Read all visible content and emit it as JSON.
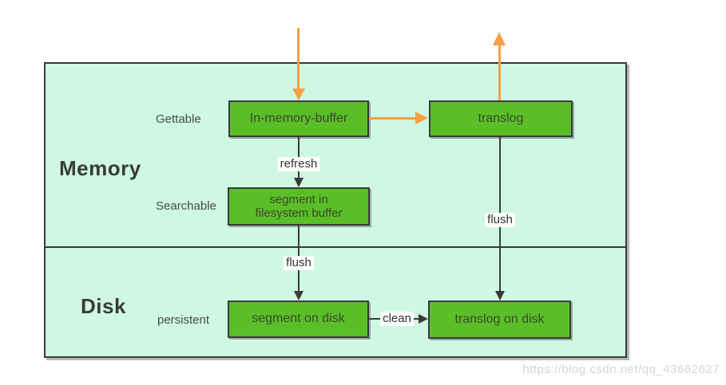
{
  "diagram": {
    "sections": {
      "memory": {
        "label": "Memory"
      },
      "disk": {
        "label": "Disk"
      }
    },
    "row_labels": {
      "gettable": "Gettable",
      "searchable": "Searchable",
      "persistent": "persistent"
    },
    "nodes": {
      "in_memory_buffer": "In-memory-buffer",
      "translog": "translog",
      "segment_in_fs_buffer": "segment in filesystem buffer",
      "segment_on_disk": "segment on disk",
      "translog_on_disk": "translog on disk"
    },
    "edge_labels": {
      "refresh": "refresh",
      "flush_segment": "flush",
      "flush_translog": "flush",
      "clean": "clean"
    },
    "colors": {
      "node_fill": "#5abe28",
      "section_fill": "#cef8e3",
      "border": "#3a3a3a",
      "arrow_orange": "#f5a045",
      "watermark_gray": "#d4d4d4"
    }
  },
  "watermark": "https://blog.csdn.net/qq_43662627"
}
